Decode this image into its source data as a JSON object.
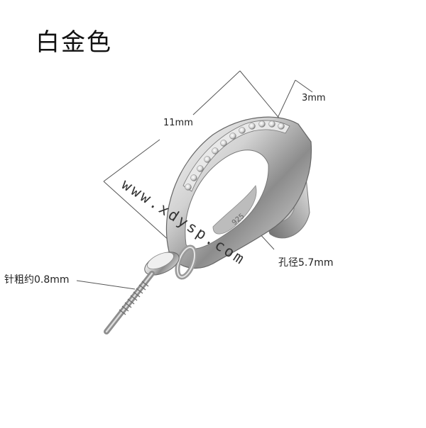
{
  "title": "白金色",
  "dimensions": {
    "length": "11mm",
    "width": "3mm",
    "hole": "孔径5.7mm",
    "pin": "针粗约0.8mm"
  },
  "watermark": "www.xdysp.com",
  "colors": {
    "metal_light": "#f4f4f4",
    "metal_mid": "#bdbdbd",
    "metal_dark": "#6a6a6a",
    "line": "#444444"
  }
}
